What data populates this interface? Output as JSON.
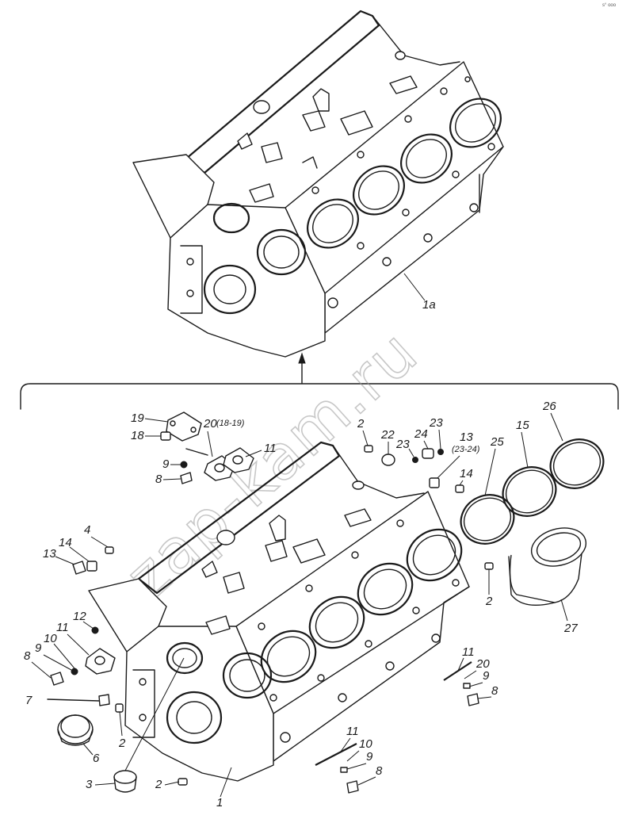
{
  "corner_mark": "s° ooo",
  "watermark": "zap-kam.ru",
  "top_assembly": {
    "label": "1a"
  },
  "callouts": [
    {
      "id": "19",
      "text": "19"
    },
    {
      "id": "18",
      "text": "18"
    },
    {
      "id": "20",
      "text": "20",
      "sub": "(18-19)"
    },
    {
      "id": "11a",
      "text": "11"
    },
    {
      "id": "9a",
      "text": "9"
    },
    {
      "id": "8a",
      "text": "8"
    },
    {
      "id": "2a",
      "text": "2"
    },
    {
      "id": "22",
      "text": "22"
    },
    {
      "id": "23a",
      "text": "23"
    },
    {
      "id": "23b",
      "text": "23"
    },
    {
      "id": "24",
      "text": "24"
    },
    {
      "id": "13a",
      "text": "13",
      "sub": "(23-24)"
    },
    {
      "id": "14a",
      "text": "14"
    },
    {
      "id": "25",
      "text": "25"
    },
    {
      "id": "15",
      "text": "15"
    },
    {
      "id": "26",
      "text": "26"
    },
    {
      "id": "4",
      "text": "4"
    },
    {
      "id": "14b",
      "text": "14"
    },
    {
      "id": "13b",
      "text": "13"
    },
    {
      "id": "2b",
      "text": "2"
    },
    {
      "id": "27",
      "text": "27"
    },
    {
      "id": "12",
      "text": "12"
    },
    {
      "id": "11b",
      "text": "11"
    },
    {
      "id": "10a",
      "text": "10"
    },
    {
      "id": "9b",
      "text": "9"
    },
    {
      "id": "8b",
      "text": "8"
    },
    {
      "id": "7",
      "text": "7"
    },
    {
      "id": "6",
      "text": "6"
    },
    {
      "id": "2c",
      "text": "2"
    },
    {
      "id": "3",
      "text": "3"
    },
    {
      "id": "2d",
      "text": "2"
    },
    {
      "id": "1",
      "text": "1"
    },
    {
      "id": "11c",
      "text": "11"
    },
    {
      "id": "20b",
      "text": "20"
    },
    {
      "id": "9c",
      "text": "9"
    },
    {
      "id": "8c",
      "text": "8"
    },
    {
      "id": "11d",
      "text": "11"
    },
    {
      "id": "10b",
      "text": "10"
    },
    {
      "id": "9d",
      "text": "9"
    },
    {
      "id": "8d",
      "text": "8"
    }
  ]
}
